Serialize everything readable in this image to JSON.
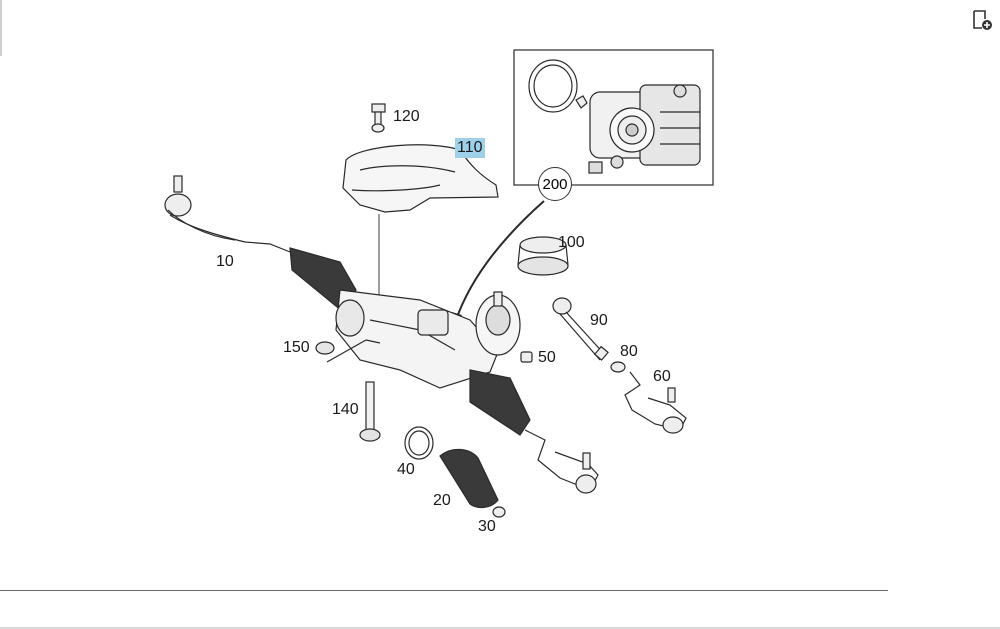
{
  "toolbar": {
    "add_icon": "add-to-parts-list-icon"
  },
  "diagram": {
    "callouts": [
      {
        "key": "p10",
        "label": "10"
      },
      {
        "key": "p20",
        "label": "20"
      },
      {
        "key": "p30",
        "label": "30"
      },
      {
        "key": "p40",
        "label": "40"
      },
      {
        "key": "p50",
        "label": "50"
      },
      {
        "key": "p60",
        "label": "60"
      },
      {
        "key": "p80",
        "label": "80"
      },
      {
        "key": "p90",
        "label": "90"
      },
      {
        "key": "p100",
        "label": "100"
      },
      {
        "key": "p110",
        "label": "110",
        "selected": true
      },
      {
        "key": "p120",
        "label": "120"
      },
      {
        "key": "p140",
        "label": "140"
      },
      {
        "key": "p150",
        "label": "150"
      },
      {
        "key": "p200",
        "label": "200"
      }
    ],
    "highlight_color": "#9fd0ea"
  }
}
